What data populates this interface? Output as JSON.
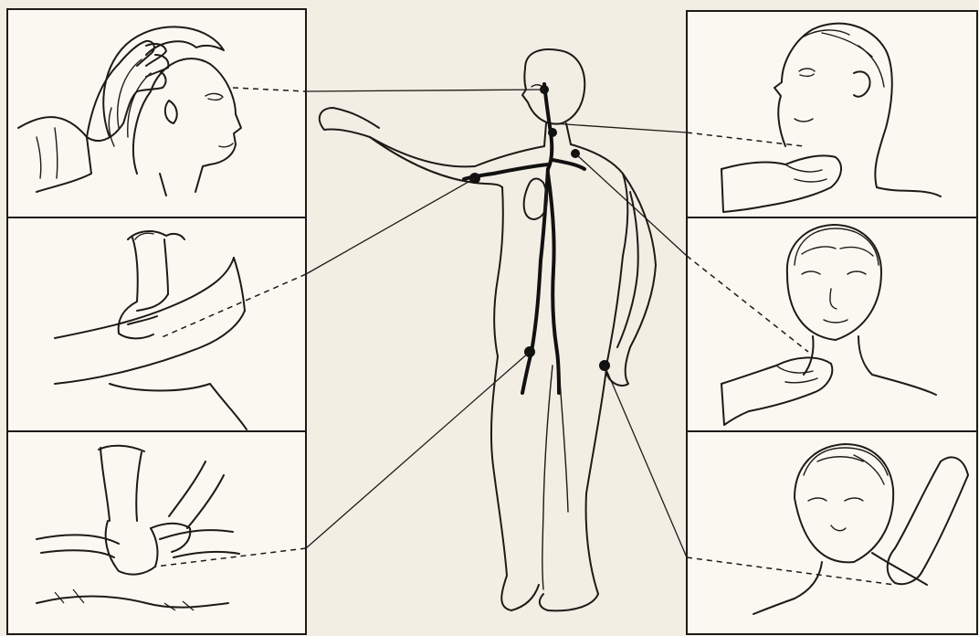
{
  "figure": {
    "subject": "pulse-palpation-points",
    "palette": {
      "background": "#f3eee4",
      "panel": "#fbf8f2",
      "ink": "#1d1a17",
      "vessel": "#111111"
    },
    "panels": [
      {
        "id": "temporal",
        "side": "left",
        "icon": "hand-on-temple"
      },
      {
        "id": "brachial",
        "side": "left",
        "icon": "hand-on-upper-arm"
      },
      {
        "id": "femoral",
        "side": "left",
        "icon": "hands-on-groin"
      },
      {
        "id": "carotid",
        "side": "right",
        "icon": "hand-on-neck"
      },
      {
        "id": "subclavian",
        "side": "right",
        "icon": "hand-on-collarbone"
      },
      {
        "id": "axillary",
        "side": "right",
        "icon": "hand-on-shoulder"
      }
    ]
  }
}
